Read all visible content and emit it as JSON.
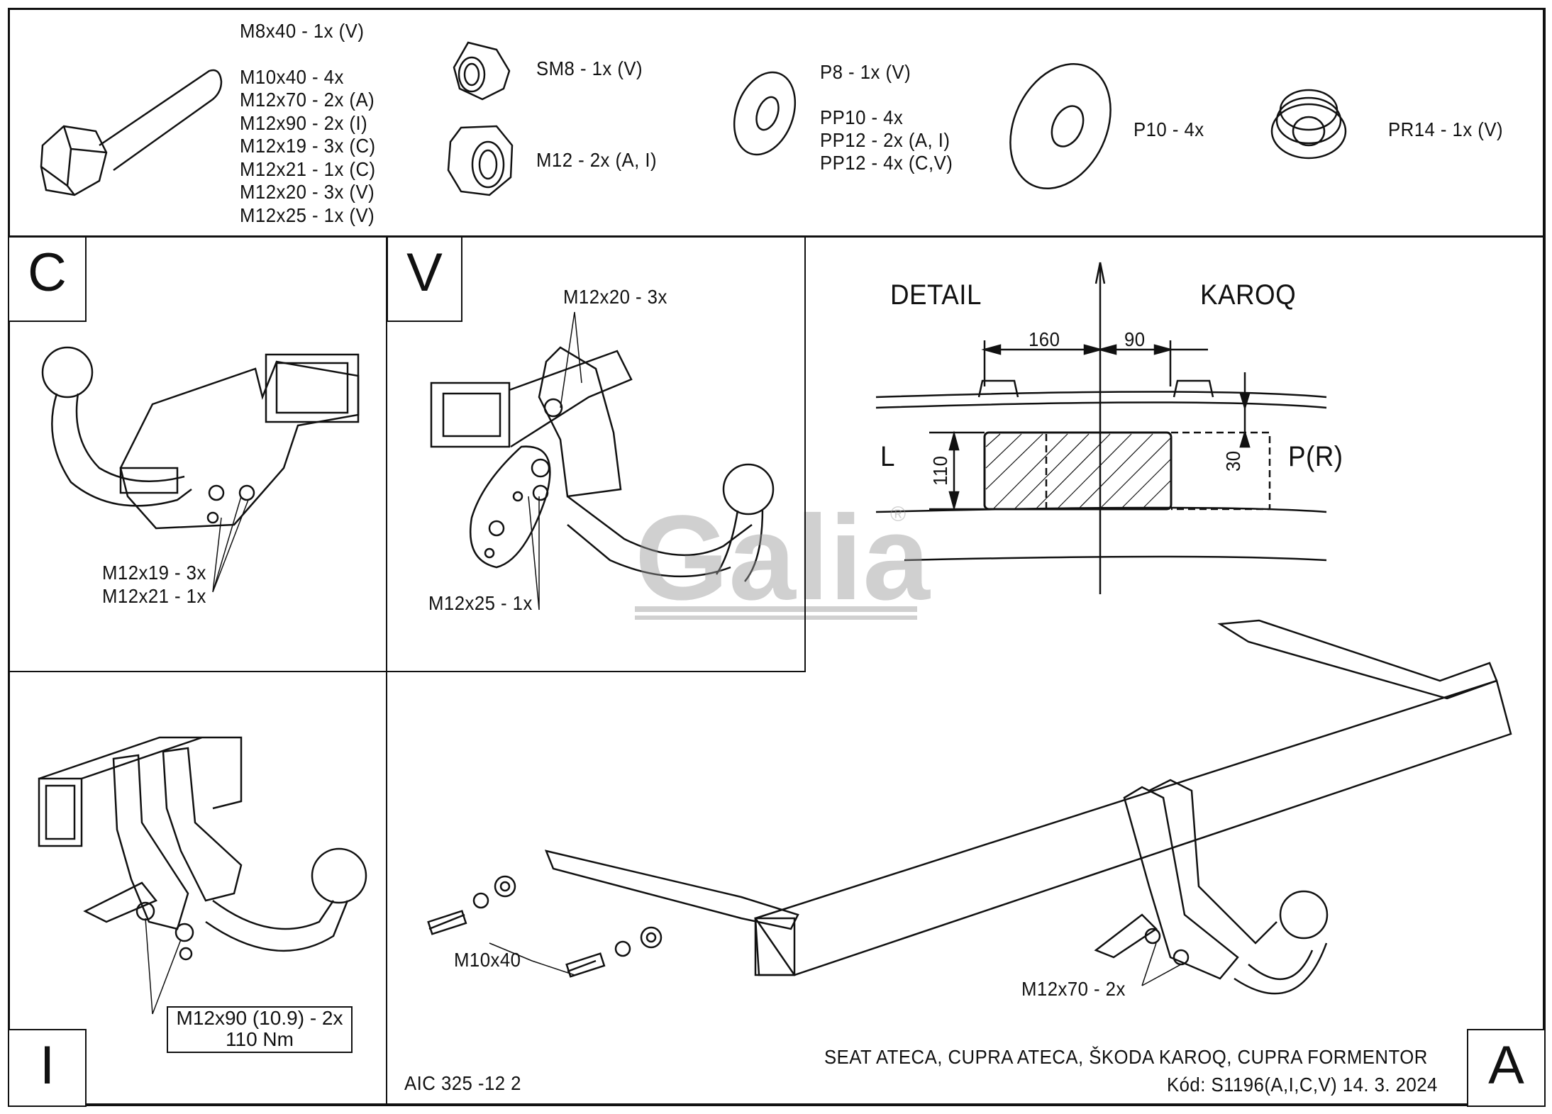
{
  "parts": {
    "bolts": [
      "M8x40 - 1x (V)",
      "M10x40 - 4x",
      "M12x70 - 2x (A)",
      "M12x90 - 2x (I)",
      "M12x19 - 3x (C)",
      "M12x21 - 1x (C)",
      "M12x20 - 3x (V)",
      "M12x25 - 1x (V)"
    ],
    "self_locking_nut": "SM8 - 1x (V)",
    "nut": "M12 - 2x (A, I)",
    "washers_small": [
      "P8 - 1x (V)",
      "PP10 - 4x",
      "PP12 - 2x (A, I)",
      "PP12 - 4x (C,V)"
    ],
    "washer_large": "P10 - 4x",
    "spring_washer": "PR14 - 1x (V)"
  },
  "panels": {
    "c": {
      "label": "C",
      "callouts": [
        "M12x19 - 3x",
        "M12x21 - 1x"
      ]
    },
    "v": {
      "label": "V",
      "callouts": [
        "M12x20 - 3x",
        "M12x25 - 1x"
      ]
    },
    "i": {
      "label": "I",
      "callout_line1": "M12x90 (10.9) - 2x",
      "callout_line2": "110 Nm"
    },
    "a": {
      "label": "A",
      "callouts": [
        "M10x40",
        "M12x70 - 2x"
      ]
    }
  },
  "detail": {
    "title_left": "DETAIL",
    "title_right": "KAROQ",
    "dim_left": "160",
    "dim_right": "90",
    "dim_height": "110",
    "dim_offset": "30",
    "label_l": "L",
    "label_pr": "P(R)"
  },
  "logo": {
    "text": "Galia",
    "mark": "®"
  },
  "footer": {
    "drawing_no": "AIC 325 -12 2",
    "vehicles": "SEAT ATECA, CUPRA ATECA, ŠKODA KAROQ, CUPRA FORMENTOR",
    "code": "Kód: S1196(A,I,C,V)  14. 3. 2024"
  }
}
